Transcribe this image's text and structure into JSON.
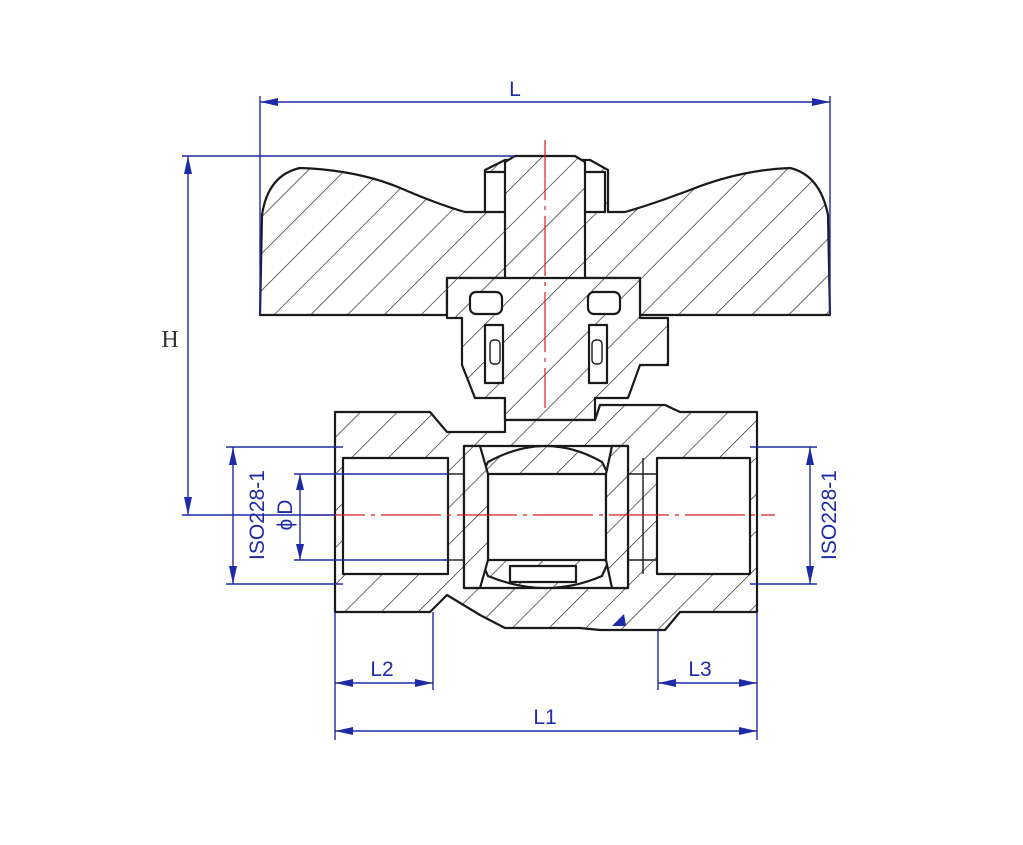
{
  "colors": {
    "dimension": "#1f2aa6",
    "centerline": "#d42020",
    "outline": "#1a1a1a"
  },
  "dimensions": {
    "L": "L",
    "H": "H",
    "L1": "L1",
    "L2": "L2",
    "L3": "L3",
    "D": "D",
    "diameter_symbol": "ϕ",
    "thread_left": "ISO228-1",
    "thread_right": "ISO228-1"
  }
}
